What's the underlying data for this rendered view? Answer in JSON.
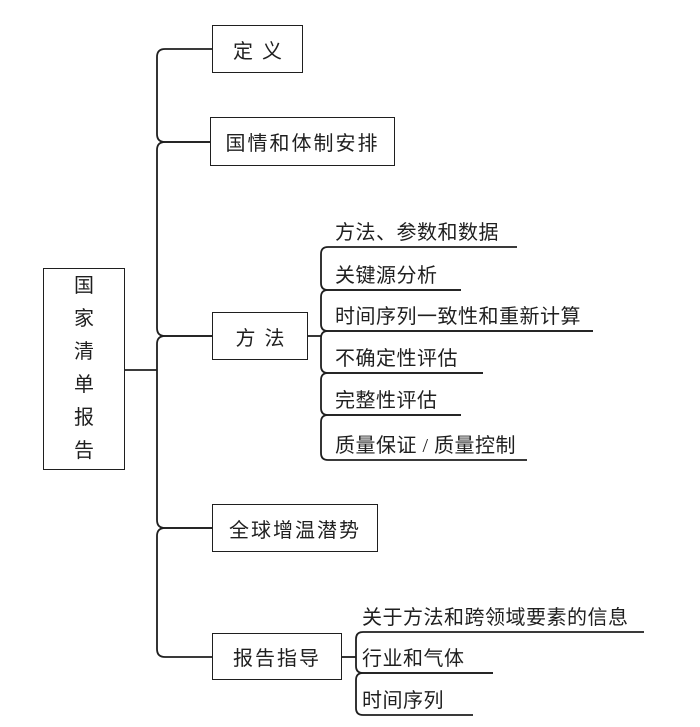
{
  "diagram": {
    "type": "tree",
    "ink_color": "#1f1f1f",
    "background_color": "#ffffff",
    "root": {
      "label": "国家清单报告"
    },
    "branches": [
      {
        "label": "定义",
        "children": []
      },
      {
        "label": "国情和体制安排",
        "children": []
      },
      {
        "label": "方法",
        "children": [
          "方法、参数和数据",
          "关键源分析",
          "时间序列一致性和重新计算",
          "不确定性评估",
          "完整性评估",
          "质量保证 / 质量控制"
        ]
      },
      {
        "label": "全球增温潜势",
        "children": []
      },
      {
        "label": "报告指导",
        "children": [
          "关于方法和跨领域要素的信息",
          "行业和气体",
          "时间序列"
        ]
      }
    ]
  }
}
